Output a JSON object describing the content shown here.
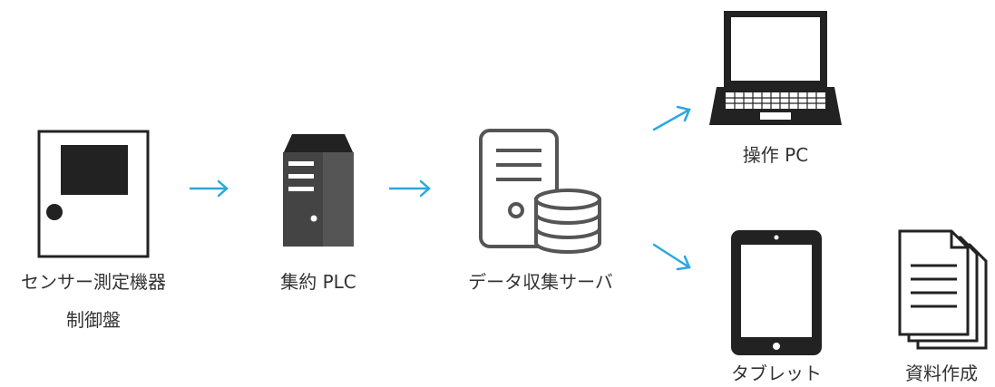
{
  "colors": {
    "arrow": "#29a8e0",
    "icon_dark": "#222222",
    "icon_mid": "#555555",
    "text": "#333333",
    "background": "#ffffff"
  },
  "nodes": {
    "control_panel": {
      "label_line1": "センサー測定機器",
      "label_line2": "制御盤",
      "icon": "control-panel-icon"
    },
    "plc": {
      "label": "集約 PLC",
      "icon": "server-tower-icon"
    },
    "data_server": {
      "label": "データ収集サーバ",
      "icon": "database-server-icon"
    },
    "operation_pc": {
      "label": "操作 PC",
      "icon": "laptop-icon"
    },
    "tablet": {
      "label": "タブレット",
      "icon": "tablet-icon"
    },
    "documents": {
      "label": "資料作成",
      "icon": "documents-icon"
    }
  },
  "edges": [
    {
      "from": "control_panel",
      "to": "plc",
      "icon": "arrow-right-icon"
    },
    {
      "from": "plc",
      "to": "data_server",
      "icon": "arrow-right-icon"
    },
    {
      "from": "data_server",
      "to": "operation_pc",
      "icon": "arrow-up-right-icon"
    },
    {
      "from": "data_server",
      "to": "tablet",
      "icon": "arrow-down-right-icon"
    }
  ]
}
